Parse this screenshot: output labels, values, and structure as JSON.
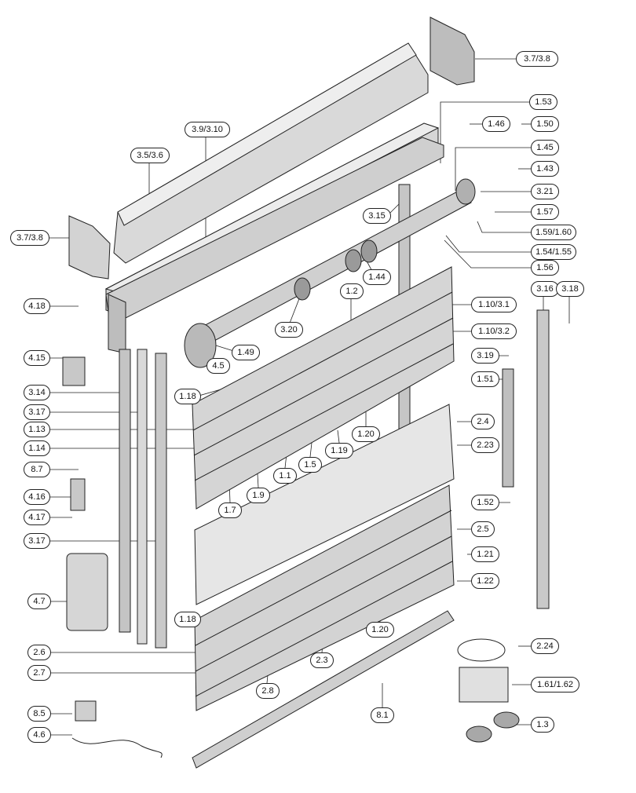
{
  "callouts": {
    "c_3_7_3_8_top": "3.7/3.8",
    "c_1_53": "1.53",
    "c_1_46": "1.46",
    "c_1_50": "1.50",
    "c_3_9_3_10": "3.9/3.10",
    "c_3_5_3_6": "3.5/3.6",
    "c_1_45": "1.45",
    "c_1_43": "1.43",
    "c_3_21": "3.21",
    "c_3_15": "3.15",
    "c_1_57": "1.57",
    "c_1_59_1_60": "1.59/1.60",
    "c_3_7_3_8_left": "3.7/3.8",
    "c_1_54_1_55": "1.54/1.55",
    "c_1_56": "1.56",
    "c_1_44": "1.44",
    "c_3_16": "3.16",
    "c_3_18": "3.18",
    "c_4_18": "4.18",
    "c_1_2": "1.2",
    "c_1_10_3_1": "1.10/3.1",
    "c_1_10_3_2": "1.10/3.2",
    "c_3_20": "3.20",
    "c_4_15": "4.15",
    "c_1_49": "1.49",
    "c_4_5": "4.5",
    "c_3_19": "3.19",
    "c_1_51": "1.51",
    "c_3_14": "3.14",
    "c_1_18_top": "1.18",
    "c_3_17_top": "3.17",
    "c_1_20_top": "1.20",
    "c_2_4": "2.4",
    "c_1_13": "1.13",
    "c_2_23": "2.23",
    "c_1_14": "1.14",
    "c_1_19": "1.19",
    "c_1_5": "1.5",
    "c_8_7": "8.7",
    "c_1_1": "1.1",
    "c_4_16": "4.16",
    "c_1_9": "1.9",
    "c_1_52": "1.52",
    "c_1_7": "1.7",
    "c_4_17": "4.17",
    "c_3_17_bottom": "3.17",
    "c_2_5": "2.5",
    "c_1_21": "1.21",
    "c_1_22": "1.22",
    "c_4_7": "4.7",
    "c_1_18_bottom": "1.18",
    "c_1_20_bottom": "1.20",
    "c_2_24": "2.24",
    "c_2_6": "2.6",
    "c_2_3": "2.3",
    "c_2_7": "2.7",
    "c_2_8": "2.8",
    "c_1_61_1_62": "1.61/1.62",
    "c_8_5": "8.5",
    "c_8_1": "8.1",
    "c_1_3": "1.3",
    "c_4_6": "4.6"
  },
  "colors": {
    "line": "#222222",
    "part_fill": "#c9c9c9",
    "part_light": "#e4e4e4",
    "part_dark": "#9a9a9a",
    "background": "#ffffff"
  }
}
